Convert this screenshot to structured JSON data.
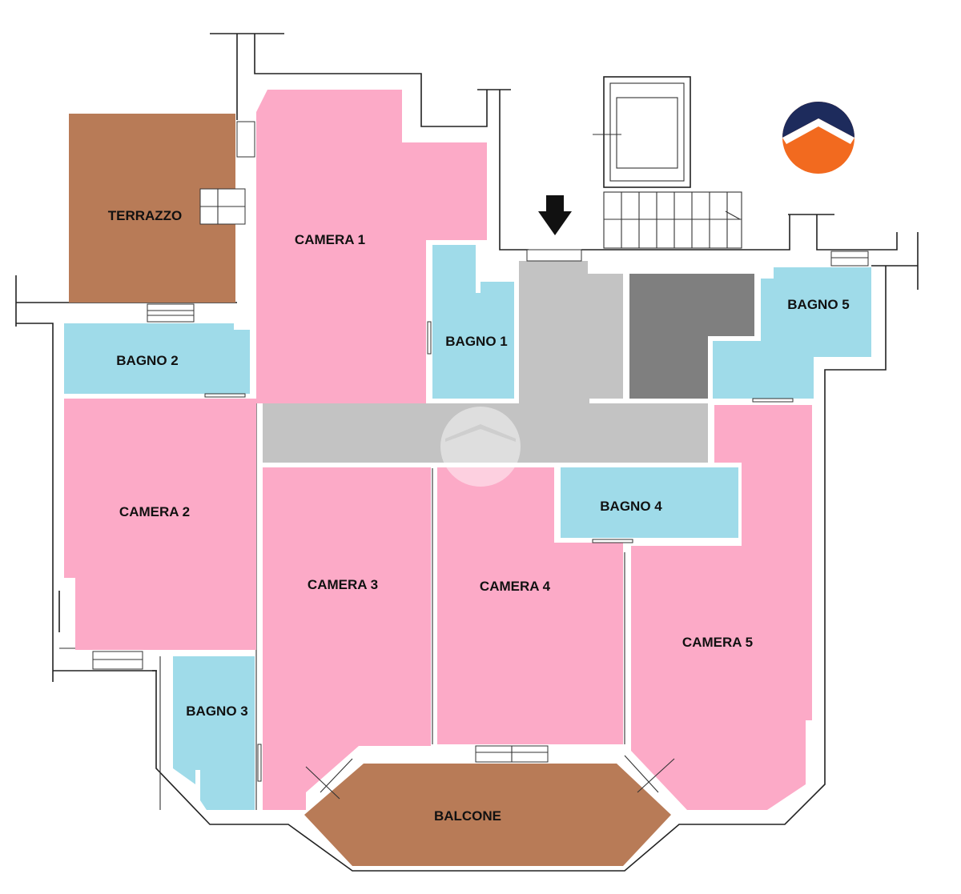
{
  "rooms": {
    "terrazzo": "TERRAZZO",
    "camera1": "CAMERA 1",
    "bagno1": "BAGNO 1",
    "bagno2": "BAGNO 2",
    "camera2": "CAMERA 2",
    "bagno5": "BAGNO 5",
    "bagno4": "BAGNO 4",
    "camera3": "CAMERA 3",
    "camera4": "CAMERA 4",
    "camera5": "CAMERA 5",
    "bagno3": "BAGNO 3",
    "balcone": "BALCONE"
  },
  "colors": {
    "bedroom": "#fcaac7",
    "bathroom": "#9fdbe9",
    "outdoor": "#b87b57",
    "corridor": "#c3c3c3",
    "service": "#7f7f7f",
    "logo_top": "#1d2b5c",
    "logo_bottom": "#f26a1f"
  },
  "icons": {
    "entrance": "entrance-arrow-icon",
    "logo": "agency-logo-icon",
    "watermark": "watermark-logo-icon"
  }
}
